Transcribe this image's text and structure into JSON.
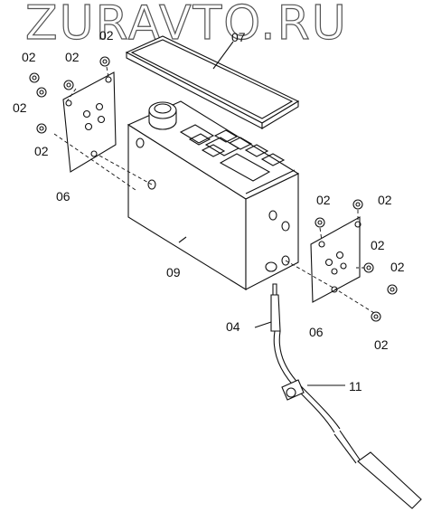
{
  "watermark": "ZURAVTO.RU",
  "callouts": {
    "c02_a": "02",
    "c02_b": "02",
    "c02_c": "02",
    "c02_d": "02",
    "c07": "07",
    "c02_e": "02",
    "c06_left": "06",
    "c02_f": "02",
    "c02_g": "02",
    "c09": "09",
    "c02_h": "02",
    "c02_i": "02",
    "c04": "04",
    "c06_right": "06",
    "c02_j": "02",
    "c11": "11"
  }
}
